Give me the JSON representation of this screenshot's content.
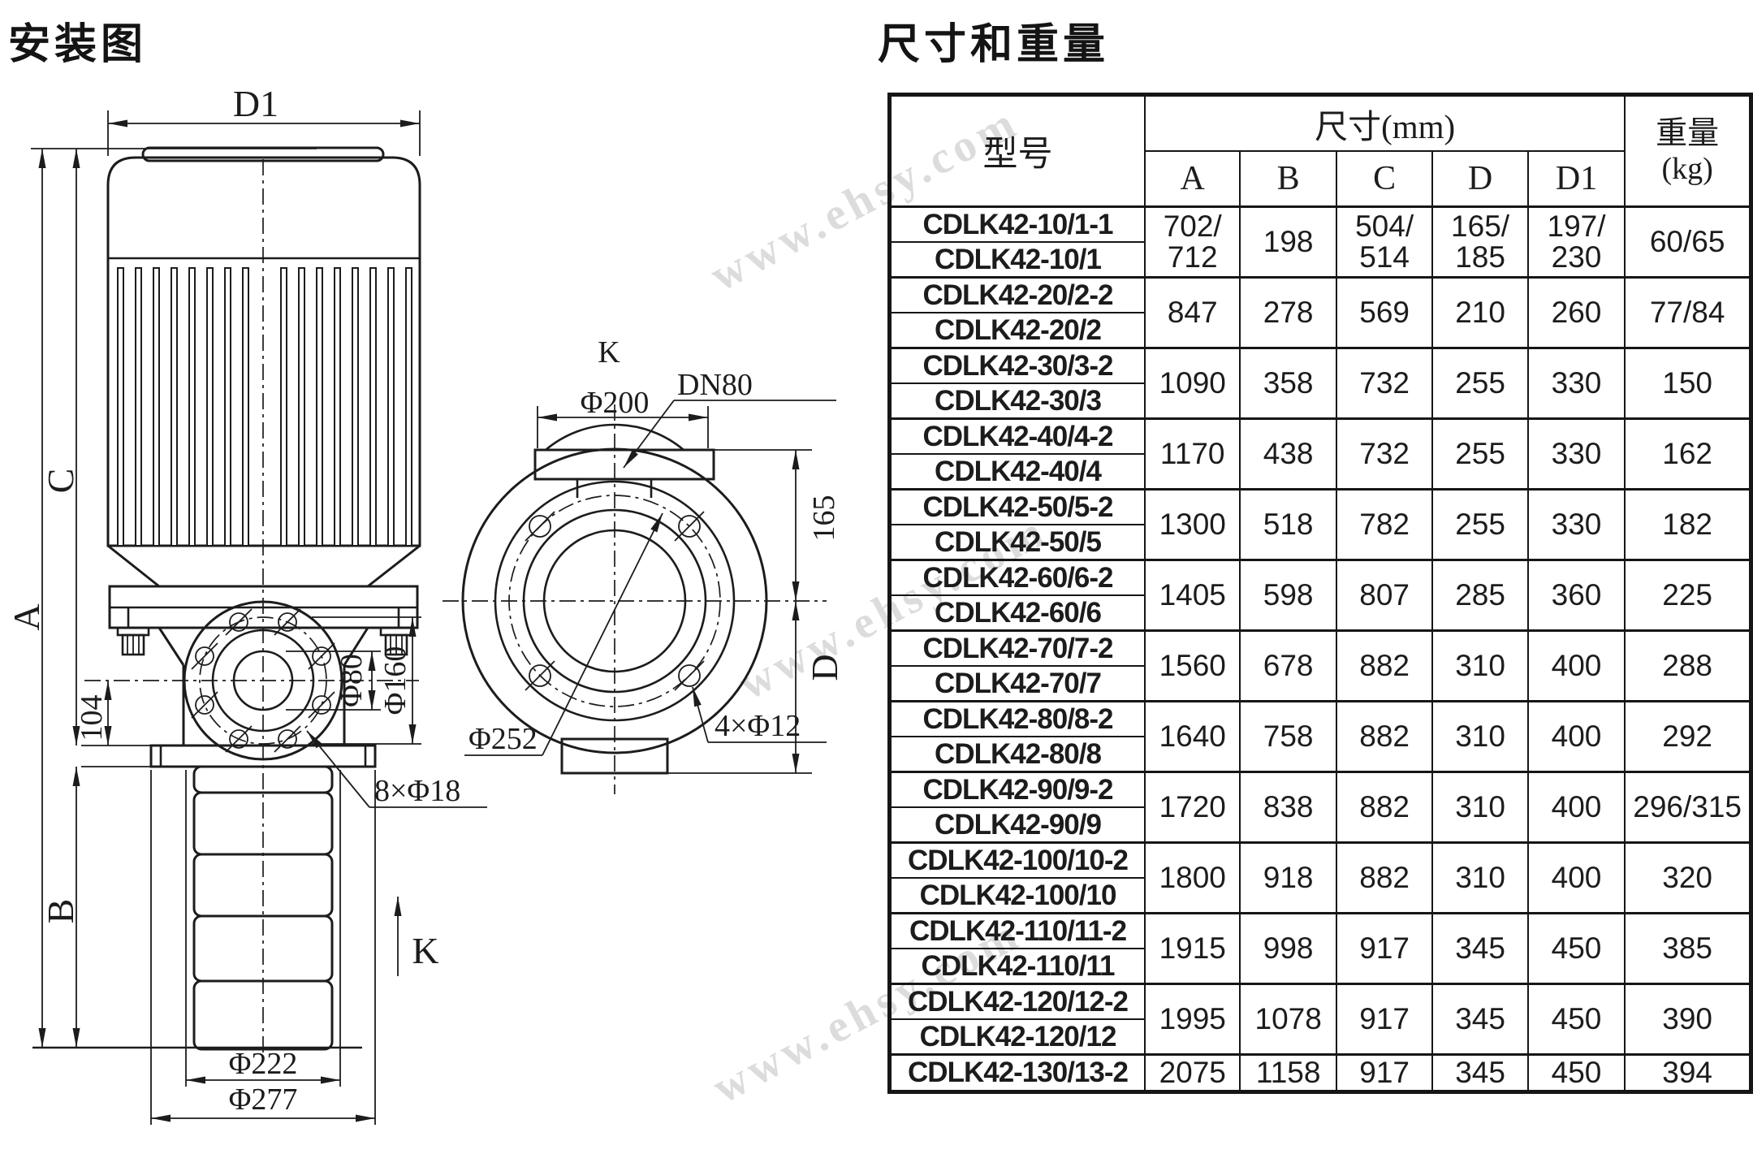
{
  "page": {
    "installation_title": "安装图",
    "dimensions_title": "尺寸和重量",
    "watermark": "www.ehsy.com"
  },
  "diagram": {
    "front": {
      "d1": "D1",
      "a": "A",
      "b": "B",
      "c": "C",
      "dim104": "104",
      "phi80": "Φ80",
      "phi160": "Φ160",
      "holes": "8×Φ18",
      "phi222": "Φ222",
      "phi277": "Φ277",
      "k_mark": "K"
    },
    "kview": {
      "title": "K",
      "phi200": "Φ200",
      "dn80": "DN80",
      "dim165": "165",
      "d": "D",
      "phi252": "Φ252",
      "holes": "4×Φ12"
    }
  },
  "table": {
    "headers": {
      "model": "型号",
      "dims": "尺寸(mm)",
      "a": "A",
      "b": "B",
      "c": "C",
      "d": "D",
      "d1": "D1",
      "weight_cn": "重量",
      "weight_unit": "(kg)"
    },
    "groups": [
      {
        "models": [
          "CDLK42-10/1-1",
          "CDLK42-10/1"
        ],
        "A": "702/\n712",
        "B": "198",
        "C": "504/\n514",
        "D": "165/\n185",
        "D1": "197/\n230",
        "weight": "60/65"
      },
      {
        "models": [
          "CDLK42-20/2-2",
          "CDLK42-20/2"
        ],
        "A": "847",
        "B": "278",
        "C": "569",
        "D": "210",
        "D1": "260",
        "weight": "77/84"
      },
      {
        "models": [
          "CDLK42-30/3-2",
          "CDLK42-30/3"
        ],
        "A": "1090",
        "B": "358",
        "C": "732",
        "D": "255",
        "D1": "330",
        "weight": "150"
      },
      {
        "models": [
          "CDLK42-40/4-2",
          "CDLK42-40/4"
        ],
        "A": "1170",
        "B": "438",
        "C": "732",
        "D": "255",
        "D1": "330",
        "weight": "162"
      },
      {
        "models": [
          "CDLK42-50/5-2",
          "CDLK42-50/5"
        ],
        "A": "1300",
        "B": "518",
        "C": "782",
        "D": "255",
        "D1": "330",
        "weight": "182"
      },
      {
        "models": [
          "CDLK42-60/6-2",
          "CDLK42-60/6"
        ],
        "A": "1405",
        "B": "598",
        "C": "807",
        "D": "285",
        "D1": "360",
        "weight": "225"
      },
      {
        "models": [
          "CDLK42-70/7-2",
          "CDLK42-70/7"
        ],
        "A": "1560",
        "B": "678",
        "C": "882",
        "D": "310",
        "D1": "400",
        "weight": "288"
      },
      {
        "models": [
          "CDLK42-80/8-2",
          "CDLK42-80/8"
        ],
        "A": "1640",
        "B": "758",
        "C": "882",
        "D": "310",
        "D1": "400",
        "weight": "292"
      },
      {
        "models": [
          "CDLK42-90/9-2",
          "CDLK42-90/9"
        ],
        "A": "1720",
        "B": "838",
        "C": "882",
        "D": "310",
        "D1": "400",
        "weight": "296/315"
      },
      {
        "models": [
          "CDLK42-100/10-2",
          "CDLK42-100/10"
        ],
        "A": "1800",
        "B": "918",
        "C": "882",
        "D": "310",
        "D1": "400",
        "weight": "320"
      },
      {
        "models": [
          "CDLK42-110/11-2",
          "CDLK42-110/11"
        ],
        "A": "1915",
        "B": "998",
        "C": "917",
        "D": "345",
        "D1": "450",
        "weight": "385"
      },
      {
        "models": [
          "CDLK42-120/12-2",
          "CDLK42-120/12"
        ],
        "A": "1995",
        "B": "1078",
        "C": "917",
        "D": "345",
        "D1": "450",
        "weight": "390"
      },
      {
        "models": [
          "CDLK42-130/13-2"
        ],
        "A": "2075",
        "B": "1158",
        "C": "917",
        "D": "345",
        "D1": "450",
        "weight": "394"
      }
    ]
  }
}
